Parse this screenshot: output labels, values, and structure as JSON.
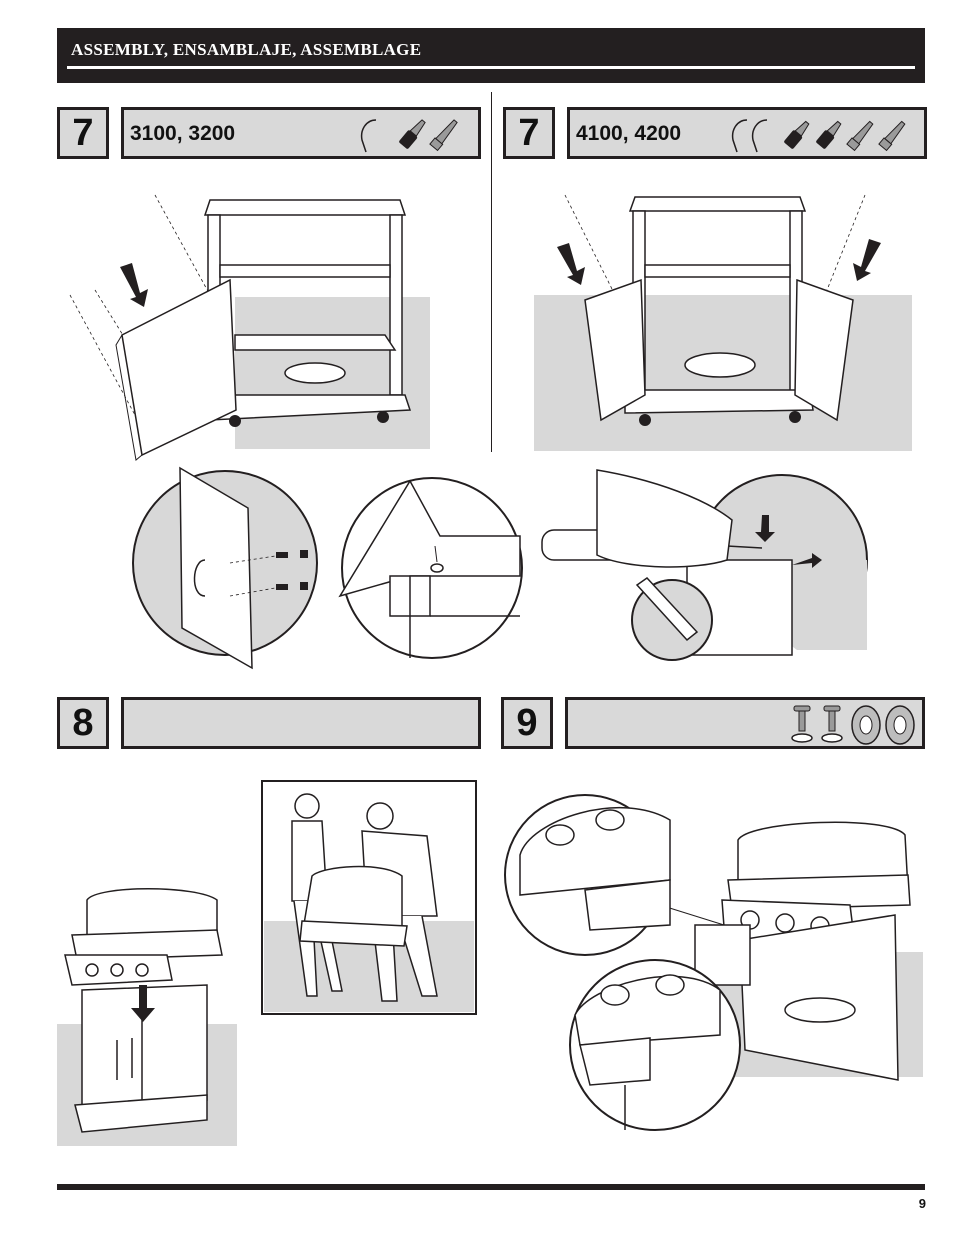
{
  "header": {
    "title": "ASSEMBLY, ENSAMBLAJE, ASSEMBLAGE"
  },
  "steps": [
    {
      "number": "7",
      "label": "3100, 3200",
      "hardware": [
        "door-handle-icon",
        "screw-icon",
        "screw-icon"
      ]
    },
    {
      "number": "7",
      "label": "4100, 4200",
      "hardware": [
        "door-handle-icon",
        "door-handle-icon",
        "screw-icon",
        "screw-icon",
        "screw-icon",
        "screw-icon"
      ]
    },
    {
      "number": "8",
      "label": "",
      "hardware": []
    },
    {
      "number": "9",
      "label": "",
      "hardware": [
        "bolt-washer-icon",
        "bolt-washer-icon",
        "nut-icon",
        "nut-icon"
      ]
    }
  ],
  "footer": {
    "page_number": "9"
  }
}
